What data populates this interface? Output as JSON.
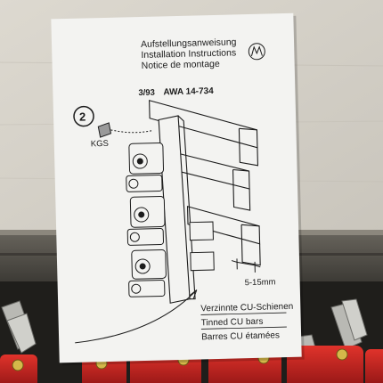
{
  "sheet": {
    "header_lines": [
      "Aufstellungsanweisung",
      "Installation Instructions",
      "Notice de montage"
    ],
    "date_code": "3/93",
    "doc_number": "AWA 14-734",
    "step_number": "2",
    "part_label": "KGS",
    "dimension_label": "5-15mm",
    "caption_lines": [
      "Verzinnte CU-Schienen",
      "Tinned CU bars",
      "Barres CU étamées"
    ]
  },
  "colors": {
    "wall": "#d6d2c9",
    "paper": "#f3f3f1",
    "ink": "#1c1c1c",
    "terminal_red": "#c0201e",
    "shelf": "#4d4a45"
  }
}
